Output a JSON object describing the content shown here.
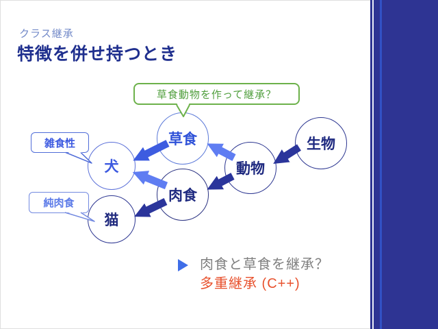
{
  "header": {
    "subtitle": "クラス継承",
    "title": "特徴を併せ持つとき"
  },
  "callout": {
    "text": "草食動物を作って継承？"
  },
  "nodes": {
    "herbivore": "草食",
    "carnivore": "肉食",
    "animal": "動物",
    "creature": "生物",
    "dog": "犬",
    "cat": "猫"
  },
  "labels": {
    "omnivorous": "雑食性",
    "pure_carnivore": "純肉食"
  },
  "edges": [
    {
      "from": "生物",
      "to": "動物"
    },
    {
      "from": "動物",
      "to": "草食"
    },
    {
      "from": "動物",
      "to": "肉食"
    },
    {
      "from": "草食",
      "to": "犬"
    },
    {
      "from": "肉食",
      "to": "犬"
    },
    {
      "from": "肉食",
      "to": "猫"
    }
  ],
  "bullet": {
    "line1": "肉食と草食を継承？",
    "line2": "多重継承 (C++)"
  },
  "colors": {
    "arrow_dark": "#2b359b",
    "arrow_mid": "#3d5ce0",
    "arrow_light": "#5f7df2",
    "title_navy": "#1f2f8e",
    "subtitle_blue": "#7289c8",
    "callout_green": "#6cb14a",
    "answer_orange": "#e8512d",
    "sidebar_blue": "#2e3493",
    "question_gray": "#7f7f7f"
  }
}
